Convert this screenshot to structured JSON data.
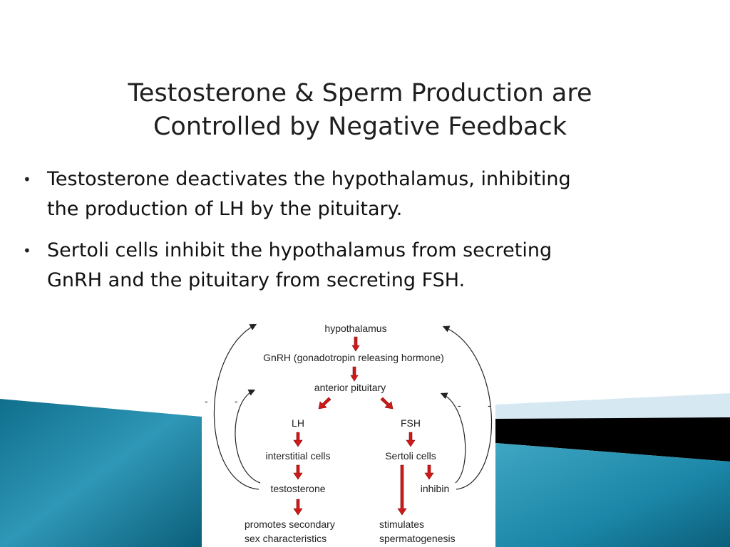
{
  "slide": {
    "title_line1": "Testosterone & Sperm Production are",
    "title_line2": "Controlled by Negative Feedback",
    "bullets": [
      {
        "line1": "Testosterone deactivates the hypothalamus, inhibiting",
        "line2": "the production of LH by the pituitary."
      },
      {
        "line1": "Sertoli cells inhibit the hypothalamus from secreting",
        "line2": "GnRH and the pituitary from secreting FSH."
      }
    ],
    "bullet_glyph": "•"
  },
  "diagram": {
    "hypothalamus": "hypothalamus",
    "gnrh": "GnRH (gonadotropin releasing hormone)",
    "anterior_pituitary": "anterior pituitary",
    "lh": "LH",
    "fsh": "FSH",
    "interstitial_cells": "interstitial cells",
    "sertoli_cells": "Sertoli cells",
    "testosterone": "testosterone",
    "inhibin": "inhibin",
    "promotes_line1": "promotes secondary",
    "promotes_line2": "sex characteristics",
    "stimulates_line1": "stimulates",
    "stimulates_line2": "spermatogenesis",
    "minus_sign": "-"
  },
  "colors": {
    "arrow_red": "#d01919",
    "teal_dark": "#0f6f8c",
    "teal_light": "#3fa6c3",
    "band_black": "#000000",
    "band_pale": "#d6e9f2"
  }
}
